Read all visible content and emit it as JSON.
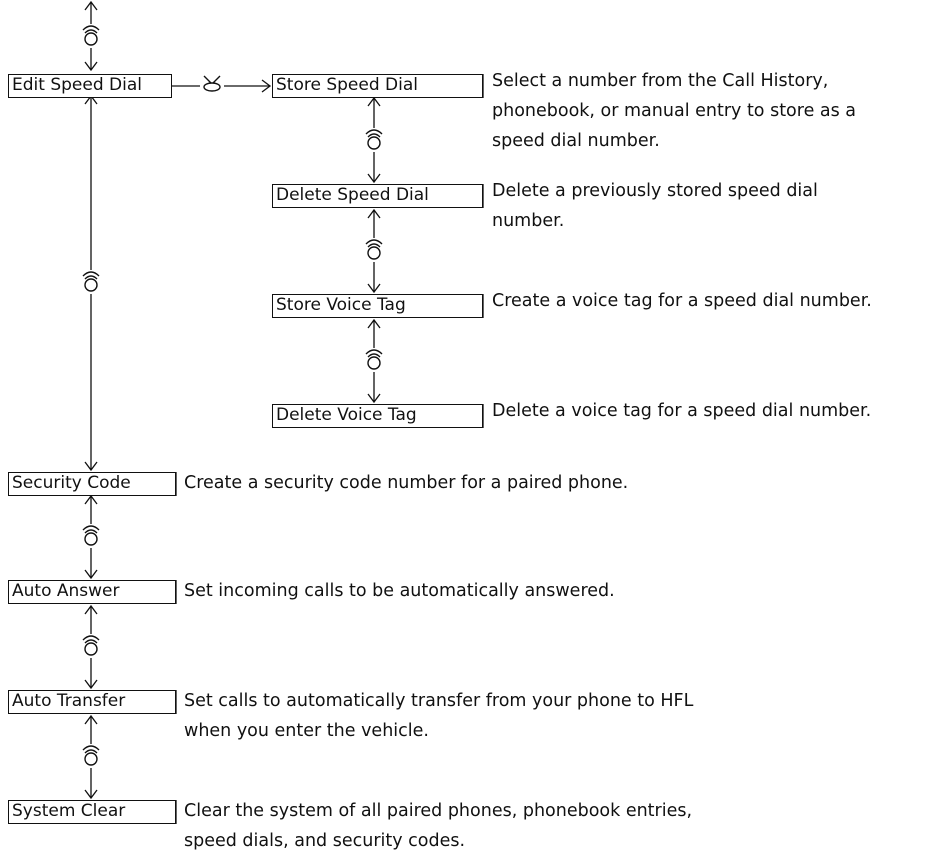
{
  "main_menu": [
    {
      "id": "edit_speed_dial",
      "label": "Edit Speed Dial"
    },
    {
      "id": "security_code",
      "label": "Security Code",
      "description": "Create a security code number for a paired phone."
    },
    {
      "id": "auto_answer",
      "label": "Auto Answer",
      "description": "Set incoming calls to be automatically answered."
    },
    {
      "id": "auto_transfer",
      "label": "Auto Transfer",
      "description": [
        "Set calls to automatically transfer from your phone to HFL",
        "when you enter the vehicle."
      ]
    },
    {
      "id": "system_clear",
      "label": "System Clear",
      "description": [
        "Clear the system of all paired phones, phonebook entries,",
        "speed dials, and security codes."
      ]
    }
  ],
  "submenu": [
    {
      "id": "store_speed_dial",
      "label": "Store Speed Dial",
      "description": [
        "Select a number from the Call History,",
        "phonebook, or manual entry to store as a",
        "speed dial number."
      ]
    },
    {
      "id": "delete_speed_dial",
      "label": "Delete Speed Dial",
      "description": [
        "Delete a previously stored speed dial",
        "number."
      ]
    },
    {
      "id": "store_voice_tag",
      "label": "Store Voice Tag",
      "description": "Create a voice tag for a speed dial number."
    },
    {
      "id": "delete_voice_tag",
      "label": "Delete Voice Tag",
      "description": "Delete a voice tag for a speed dial number."
    }
  ],
  "icons": {
    "rotate": "interface-dial-rotate-icon",
    "press": "interface-dial-press-icon"
  },
  "colors": {
    "ink": "#111111",
    "background": "#ffffff"
  }
}
